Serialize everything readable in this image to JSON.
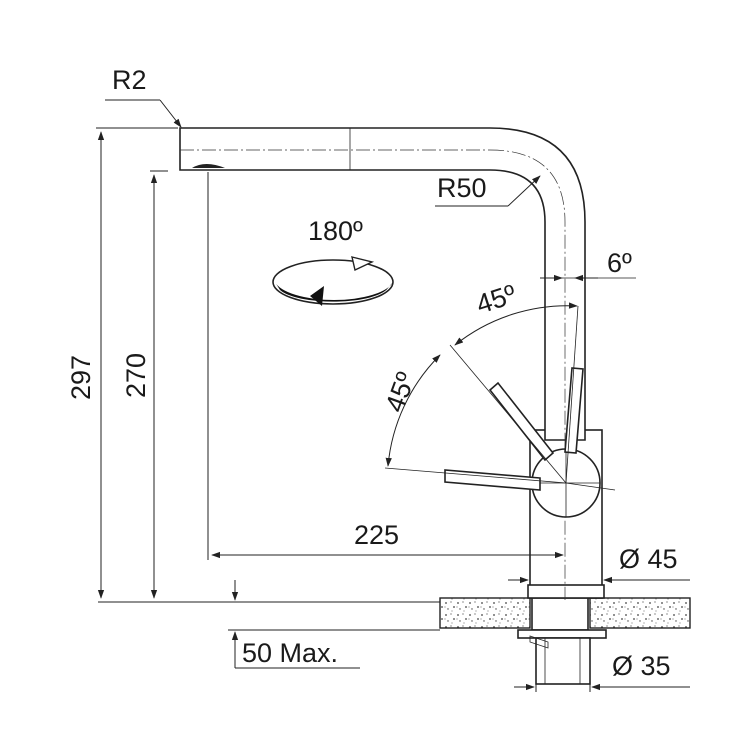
{
  "annotations": {
    "radius_outlet": "R2",
    "radius_spout": "R50",
    "rotation": "180º",
    "angle_tilt": "6º",
    "angle_upper": "45º",
    "angle_lower": "45º",
    "total_height": "297",
    "outlet_height": "270",
    "reach": "225",
    "base_diameter": "Ø 45",
    "shank_diameter": "Ø 35",
    "max_thickness": "50 Max."
  }
}
